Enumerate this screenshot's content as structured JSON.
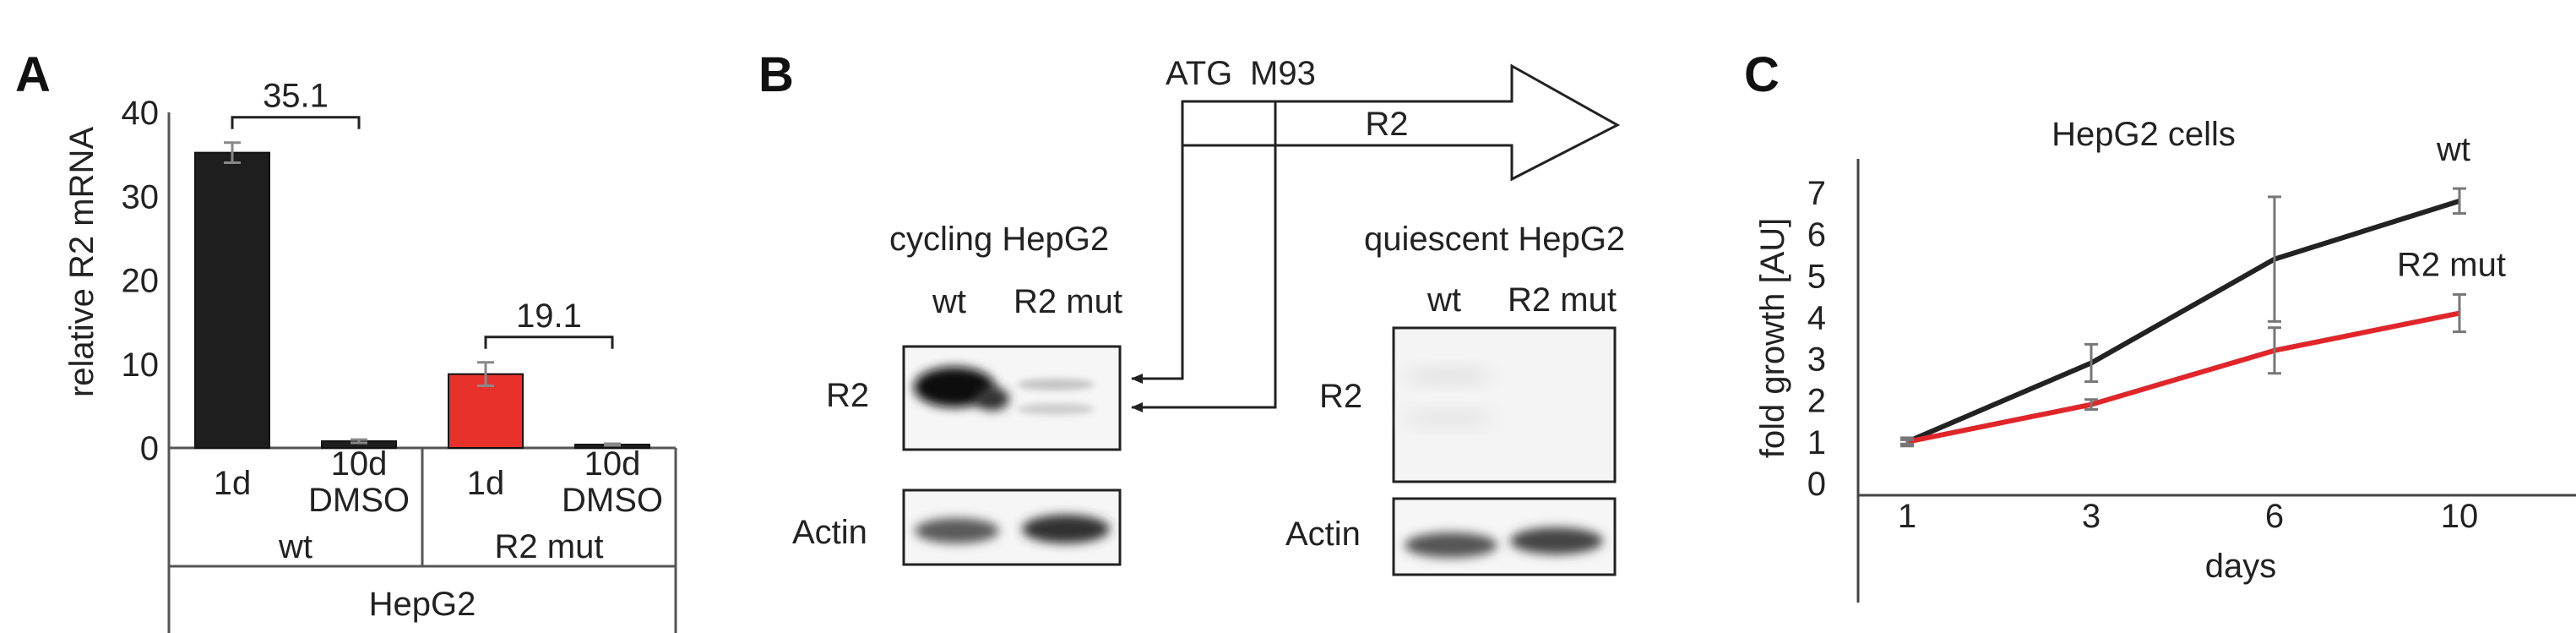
{
  "panels": {
    "a": {
      "letter": "A"
    },
    "b": {
      "letter": "B"
    },
    "c": {
      "letter": "C"
    }
  },
  "chart_data": [
    {
      "type": "bar",
      "ylabel": "relative R2 mRNA",
      "ylim": [
        0,
        40
      ],
      "yticks": [
        "0",
        "10",
        "20",
        "30",
        "40"
      ],
      "categories": [
        "1d",
        "10d DMSO",
        "1d",
        "10d DMSO"
      ],
      "values": [
        35.2,
        0.8,
        8.8,
        0.4
      ],
      "errors": [
        1.2,
        0.2,
        1.4,
        0.1
      ],
      "colors": [
        "#1e1e1e",
        "#1e1e1e",
        "#e8312b",
        "#1e1e1e"
      ],
      "groups": [
        {
          "label": "wt",
          "categories": [
            "1d",
            "10d",
            "DMSO"
          ]
        },
        {
          "label": "R2 mut",
          "categories": [
            "1d",
            "10d",
            "DMSO"
          ]
        }
      ],
      "outer_label": "HepG2",
      "annotations": [
        {
          "text": "35.1",
          "between": [
            0,
            1
          ]
        },
        {
          "text": "19.1",
          "between": [
            2,
            3
          ]
        }
      ]
    },
    {
      "type": "line",
      "title": "HepG2 cells",
      "xlabel": "days",
      "ylabel": "fold growth [AU]",
      "x_categories": [
        "1",
        "3",
        "6",
        "10"
      ],
      "ylim": [
        0,
        7
      ],
      "yticks": [
        "0",
        "1",
        "2",
        "3",
        "4",
        "5",
        "6",
        "7"
      ],
      "series": [
        {
          "name": "wt",
          "color": "#222222",
          "values": [
            1.0,
            2.9,
            5.4,
            6.8
          ],
          "errors": [
            0.1,
            0.45,
            1.5,
            0.3
          ]
        },
        {
          "name": "R2 mut",
          "color": "#e0262a",
          "values": [
            1.0,
            1.9,
            3.2,
            4.1
          ],
          "errors": [
            0.05,
            0.12,
            0.55,
            0.45
          ]
        }
      ]
    }
  ],
  "diagram": {
    "atg": "ATG",
    "m93": "M93",
    "gene": "R2"
  },
  "blots": {
    "cycling": {
      "title": "cycling HepG2",
      "lanes": [
        "wt",
        "R2 mut"
      ],
      "row1": "R2",
      "row2": "Actin"
    },
    "quiescent": {
      "title": "quiescent HepG2",
      "lanes": [
        "wt",
        "R2 mut"
      ],
      "row1": "R2",
      "row2": "Actin"
    }
  }
}
